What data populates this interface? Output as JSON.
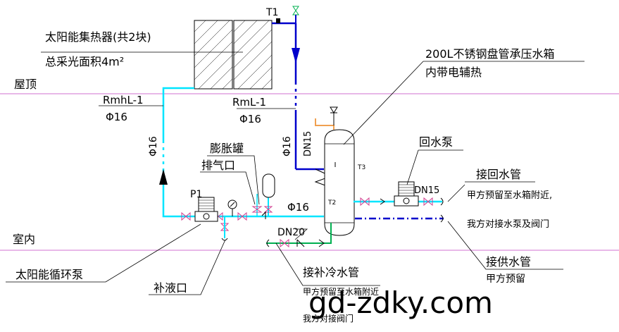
{
  "labels": {
    "collector": "太阳能集热器(共2块)",
    "collector_area": "总采光面积4m²",
    "roof": "屋顶",
    "indoor": "室内",
    "t1": "T1",
    "rmhl_pipe": "RmhL-1",
    "rmhl_dia": "Φ16",
    "rml_pipe": "RmL-1",
    "rml_dia": "Φ16",
    "left_riser_dia": "Φ16",
    "right_riser_dia": "Φ16",
    "dn15_vertical": "DN15",
    "tank_title": "200L不锈钢盘管承压水箱",
    "tank_sub": "内带电辅热",
    "t3": "T3",
    "t2": "T2",
    "expansion_tank": "膨胀罐",
    "air_vent": "排气口",
    "p1": "P1",
    "bottom_pipe_dia": "Φ16",
    "return_pump": "回水泵",
    "dn15_return": "DN15",
    "return_conn": "接回水管",
    "return_note1": "甲方预留至水箱附近,",
    "return_note2": "我方对接水泵及阀门",
    "supply_conn": "接供水管",
    "supply_note": "甲方预留",
    "dn20": "DN20",
    "cold_conn": "接补冷水管",
    "cold_note1": "甲方预留至水箱附近",
    "cold_note2": "我方对接阀门",
    "solar_pump": "太阳能循环泵",
    "fill_port": "补液口",
    "watermark": "gd-zdky.com"
  },
  "colors": {
    "solar_loop": "#00e5ff",
    "hot_pipe": "#0000cc",
    "cold_pipe": "#00b050",
    "dn15_pipe": "#f0a050",
    "valve": "#d04090",
    "floor_line": "#d070d0",
    "ink": "#000000"
  }
}
